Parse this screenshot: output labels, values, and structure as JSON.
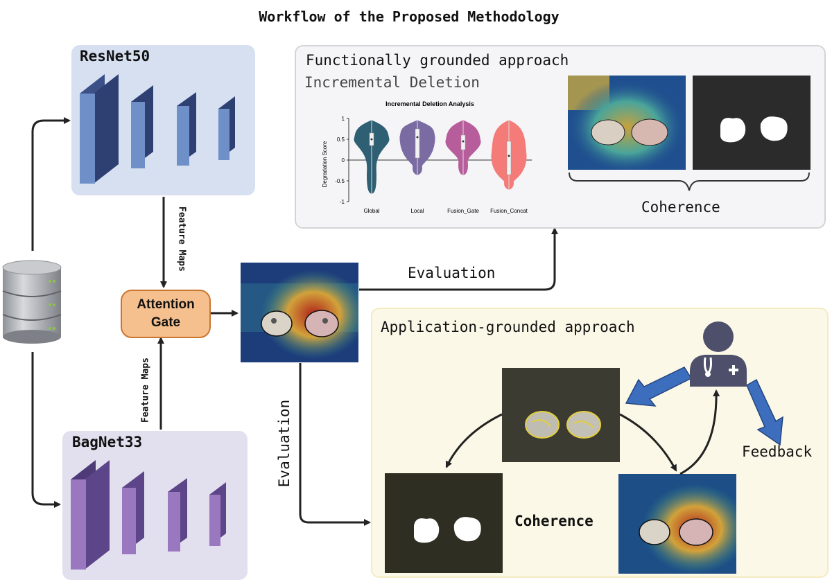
{
  "title": "Workflow of the Proposed Methodology",
  "resnet": {
    "label": "ResNet50"
  },
  "bagnet": {
    "label": "BagNet33"
  },
  "attention_gate": {
    "line1": "Attention",
    "line2": "Gate"
  },
  "feature_maps_top": "Feature Maps",
  "feature_maps_bottom": "Feature Maps",
  "evaluation_top": "Evaluation",
  "evaluation_left": "Evaluation",
  "functional": {
    "title": "Functionally grounded approach",
    "subtitle": "Incremental Deletion",
    "coherence": "Coherence"
  },
  "application": {
    "title": "Application-grounded approach",
    "coherence": "Coherence",
    "feedback": "Feedback"
  },
  "chart_data": {
    "type": "violin",
    "title": "Incremental Deletion Analysis",
    "ylabel": "Degradation Score",
    "categories": [
      "Global",
      "Local",
      "Fusion_Gate",
      "Fusion_Concat"
    ],
    "ylim": [
      -1,
      1
    ],
    "yticks": [
      "1",
      "0.5",
      "0",
      "-0.5",
      "-1"
    ],
    "series": [
      {
        "category": "Global",
        "min": -0.8,
        "max": 0.95,
        "q1": 0.35,
        "median": 0.5,
        "q3": 0.65,
        "color": "#2f5f73"
      },
      {
        "category": "Local",
        "min": -0.35,
        "max": 0.95,
        "q1": 0.05,
        "median": 0.55,
        "q3": 0.75,
        "color": "#7a6ba3"
      },
      {
        "category": "Fusion_Gate",
        "min": -0.35,
        "max": 0.95,
        "q1": 0.25,
        "median": 0.45,
        "q3": 0.6,
        "color": "#b85d9c"
      },
      {
        "category": "Fusion_Concat",
        "min": -0.7,
        "max": 0.95,
        "q1": -0.35,
        "median": 0.1,
        "q3": 0.45,
        "color": "#f47b78"
      }
    ]
  },
  "colors": {
    "resnet": "#6f8fc8",
    "bagnet": "#9a78bf",
    "gate": "#f6c08e",
    "user": "#4d4f6b",
    "feedback_arrow": "#3d6dbd"
  }
}
